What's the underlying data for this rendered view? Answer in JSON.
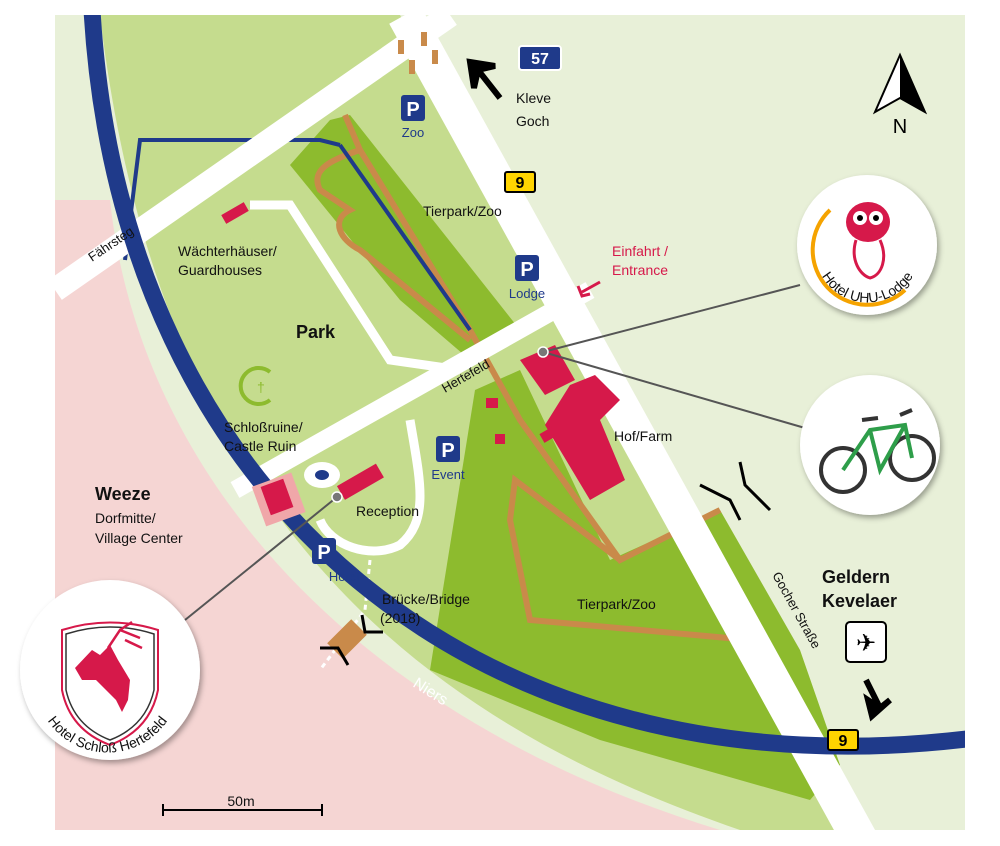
{
  "colors": {
    "river": "#1f3a8a",
    "park": "#c5dc8e",
    "zoo": "#8dbb2e",
    "path": "#c98a4a",
    "building": "#d6194a",
    "village": "#f5d5d3",
    "background": "#e8f0d8",
    "route_sign": "#ffd400"
  },
  "signs": {
    "autobahn": "57",
    "bundesstrasse_top": "9",
    "bundesstrasse_bottom": "9",
    "parking_letter": "P"
  },
  "directions": {
    "north": "N",
    "kleve": "Kleve",
    "goch": "Goch",
    "geldern": "Geldern",
    "kevelaer": "Kevelaer"
  },
  "parking": {
    "zoo": "Zoo",
    "lodge": "Lodge",
    "event": "Event",
    "hotel": "Hotel"
  },
  "roads": {
    "faehrsteg": "Fährsteg",
    "hertefeld": "Hertefeld",
    "gocher_strasse": "Gocher Straße",
    "river": "Niers"
  },
  "labels": {
    "tierpark_top": "Tierpark/Zoo",
    "tierpark_bottom": "Tierpark/Zoo",
    "guardhouses_1": "Wächterhäuser/",
    "guardhouses_2": "Guardhouses",
    "park": "Park",
    "entrance_1": "Einfahrt /",
    "entrance_2": "Entrance",
    "ruin_1": "Schloßruine/",
    "ruin_2": "Castle Ruin",
    "reception": "Reception",
    "farm": "Hof/Farm",
    "weeze": "Weeze",
    "village_1": "Dorfmitte/",
    "village_2": "Village Center",
    "bridge_1": "Brücke/Bridge",
    "bridge_2": "(2018)"
  },
  "badges": {
    "uhu": "Hotel UHU-Lodge",
    "schloss": "Hotel Schloß Hertefeld"
  },
  "scale": {
    "label": "50m"
  }
}
